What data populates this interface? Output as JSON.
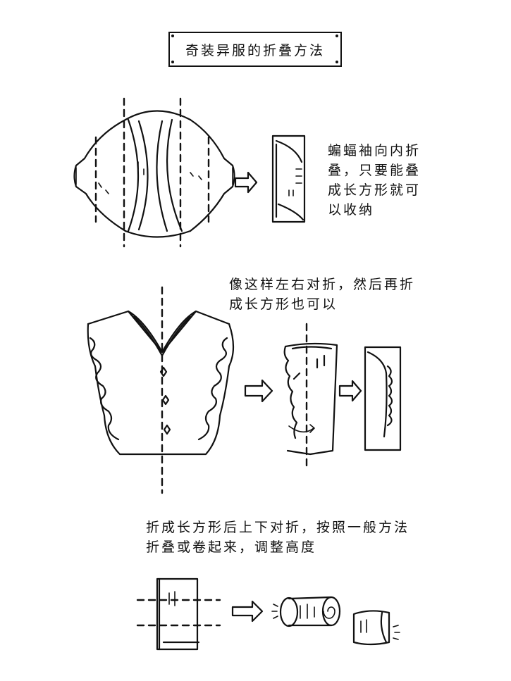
{
  "title": "奇装异服的折叠方法",
  "steps": [
    {
      "text": "蝙蝠袖向内折\n叠，只要能叠\n成长方形就可\n以收纳"
    },
    {
      "text": "像这样左右对折，然后再折\n成长方形也可以"
    },
    {
      "text": "折成长方形后上下对折，按照一般方法\n折叠或卷起来，调整高度"
    }
  ]
}
